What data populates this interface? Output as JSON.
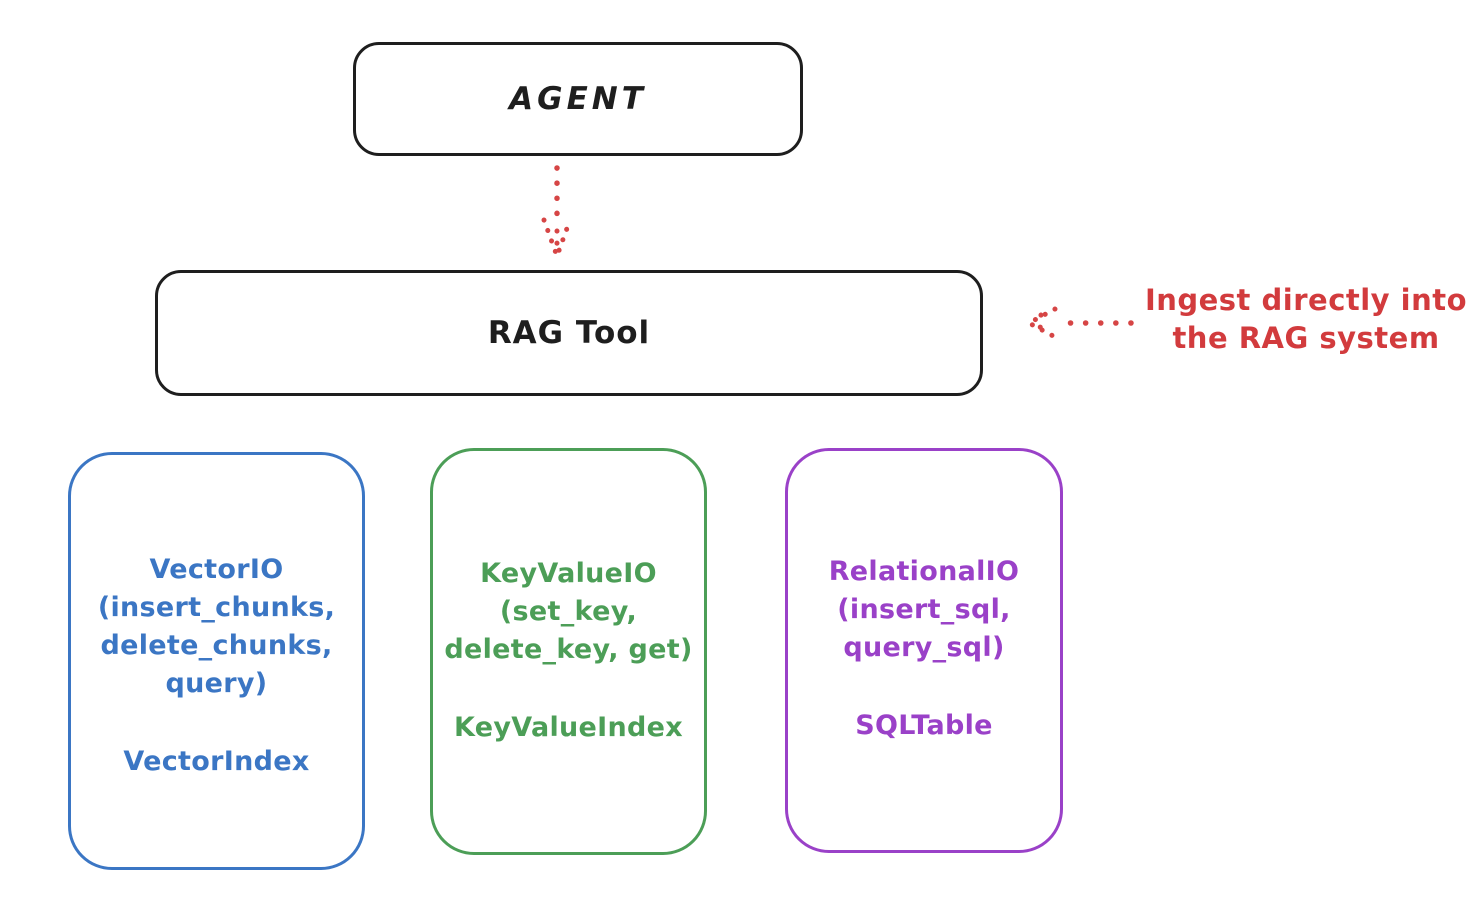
{
  "agent_box": {
    "label": "AGENT"
  },
  "rag_tool_box": {
    "label": "RAG Tool"
  },
  "annotation": {
    "line1": "Ingest directly into",
    "line2": "the RAG system",
    "color": "#d23b3d"
  },
  "arrows": [
    {
      "name": "agent-to-rag-dotted-arrow",
      "style": "dotted",
      "direction": "down"
    },
    {
      "name": "ingest-annotation-dotted-arrow",
      "style": "dotted",
      "direction": "left"
    }
  ],
  "columns": [
    {
      "name": "vector-io",
      "color": "#3b76c4",
      "lines": [
        "VectorIO",
        "(insert_chunks,",
        "delete_chunks,",
        "query)"
      ],
      "index_label": "VectorIndex"
    },
    {
      "name": "keyvalue-io",
      "color": "#4c9e57",
      "lines": [
        "KeyValueIO",
        "(set_key,",
        "delete_key, get)"
      ],
      "index_label": "KeyValueIndex"
    },
    {
      "name": "relational-io",
      "color": "#9a41c8",
      "lines": [
        "RelationalIO",
        "(insert_sql,",
        "query_sql)"
      ],
      "index_label": "SQLTable"
    }
  ],
  "colors": {
    "stroke": "#1e1e1e",
    "red": "#d64545",
    "background": "#ffffff"
  }
}
